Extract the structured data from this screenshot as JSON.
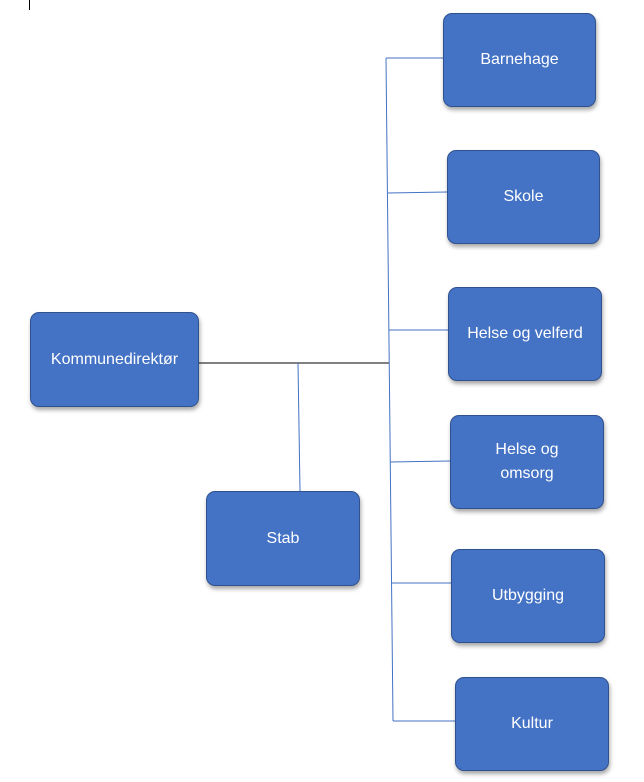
{
  "org_chart": {
    "root": {
      "label": "Kommunedirektør"
    },
    "assistant": {
      "label": "Stab"
    },
    "units": [
      {
        "label": "Barnehage"
      },
      {
        "label": "Skole"
      },
      {
        "label": "Helse og velferd"
      },
      {
        "label": "Helse og omsorg"
      },
      {
        "label": "Utbygging"
      },
      {
        "label": "Kultur"
      }
    ]
  },
  "colors": {
    "box_fill": "#4472c4",
    "box_border": "#2f528f",
    "connector_blue": "#4472c4",
    "connector_main": "#000000",
    "text": "#ffffff"
  }
}
